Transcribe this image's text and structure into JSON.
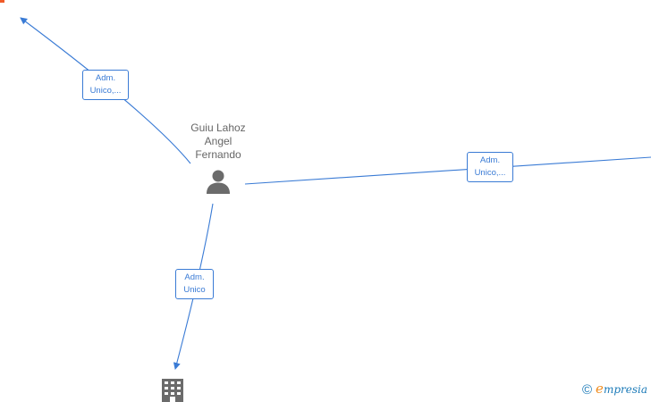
{
  "colors": {
    "edge": "#3a7bd5",
    "node_text": "#666666",
    "icon": "#6b6b6b",
    "brand_blue": "#1b7ab8",
    "brand_orange": "#f08c1e"
  },
  "person": {
    "name_lines": [
      "Guiu Lahoz",
      "Angel",
      "Fernando"
    ],
    "icon": "person-icon"
  },
  "company": {
    "icon": "building-icon"
  },
  "edges": [
    {
      "label_lines": [
        "Adm.",
        "Unico,..."
      ]
    },
    {
      "label_lines": [
        "Adm.",
        "Unico,..."
      ]
    },
    {
      "label_lines": [
        "Adm.",
        "Unico"
      ]
    }
  ],
  "footer": {
    "copyright": "©",
    "brand_initial": "e",
    "brand_rest": "mpresia"
  }
}
